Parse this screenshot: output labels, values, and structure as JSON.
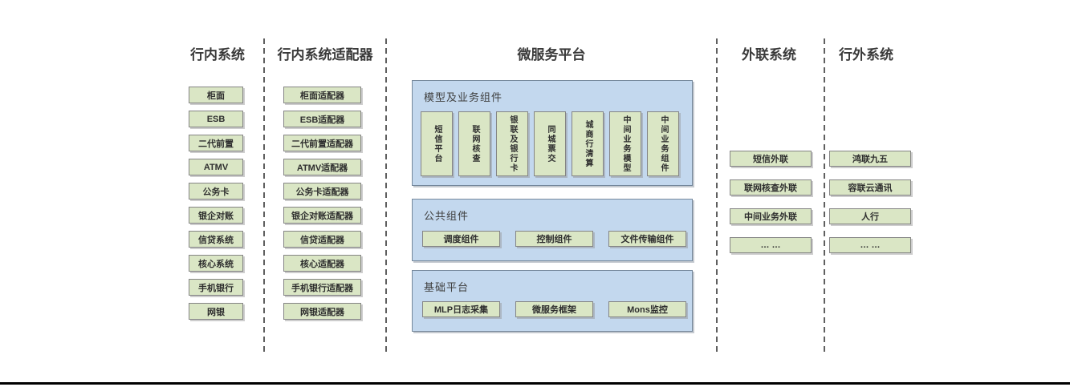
{
  "diagram": {
    "internal": {
      "title": "行内系统",
      "items": [
        "柜面",
        "ESB",
        "二代前置",
        "ATMV",
        "公务卡",
        "银企对账",
        "信贷系统",
        "核心系统",
        "手机银行",
        "网银"
      ]
    },
    "adapters": {
      "title": "行内系统适配器",
      "items": [
        "柜面适配器",
        "ESB适配器",
        "二代前置适配器",
        "ATMV适配器",
        "公务卡适配器",
        "银企对账适配器",
        "信贷适配器",
        "核心适配器",
        "手机银行适配器",
        "网银适配器"
      ]
    },
    "platform": {
      "title": "微服务平台",
      "model_group": {
        "label": "模型及业务组件",
        "items": [
          "短信平台",
          "联网核查",
          "银联及银行卡",
          "同城票交",
          "城商行清算",
          "中间业务模型",
          "中间业务组件"
        ]
      },
      "common_group": {
        "label": "公共组件",
        "items": [
          "调度组件",
          "控制组件",
          "文件传输组件"
        ]
      },
      "base_group": {
        "label": "基础平台",
        "items": [
          "MLP日志采集",
          "微服务框架",
          "Mons监控"
        ]
      }
    },
    "outreach": {
      "title": "外联系统",
      "items": [
        "短信外联",
        "联网核查外联",
        "中间业务外联",
        "… …"
      ]
    },
    "external": {
      "title": "行外系统",
      "items": [
        "鸿联九五",
        "容联云通讯",
        "人行",
        "… …"
      ]
    }
  },
  "colors": {
    "box_green": "#dae6c5",
    "panel_blue": "#c3d8ee",
    "box_border": "#848484",
    "panel_border": "#74879b",
    "divider_gray": "#5f5f5f",
    "title_text": "#3a3a3a",
    "bottom_line": "#000000"
  }
}
